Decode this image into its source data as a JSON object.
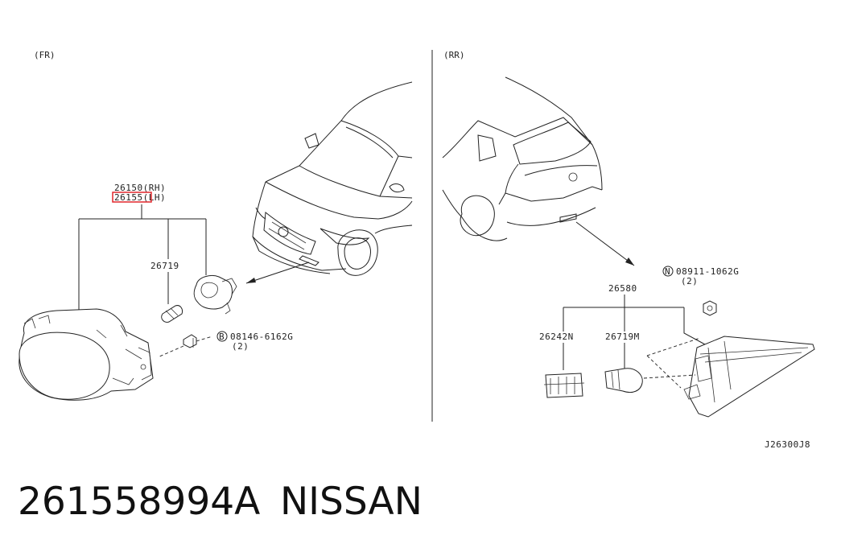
{
  "sections": {
    "front": "(FR)",
    "rear": "(RR)"
  },
  "callouts": {
    "front_rh": "26150(RH)",
    "front_lh": "26155(LH)",
    "front_bulb": "26719",
    "front_bolt_code": "08146-6162G",
    "front_bolt_qty": "(2)",
    "front_bolt_symbol": "B",
    "rear_assembly": "26580",
    "rear_socket": "26242N",
    "rear_bulb": "26719M",
    "rear_nut_code": "08911-1062G",
    "rear_nut_qty": "(2)",
    "rear_nut_symbol": "N"
  },
  "diagram_id": "J26300J8",
  "footer": {
    "part_number": "261558994A",
    "brand": "NISSAN"
  },
  "colors": {
    "highlight": "#e0262b",
    "ink": "#222222"
  }
}
